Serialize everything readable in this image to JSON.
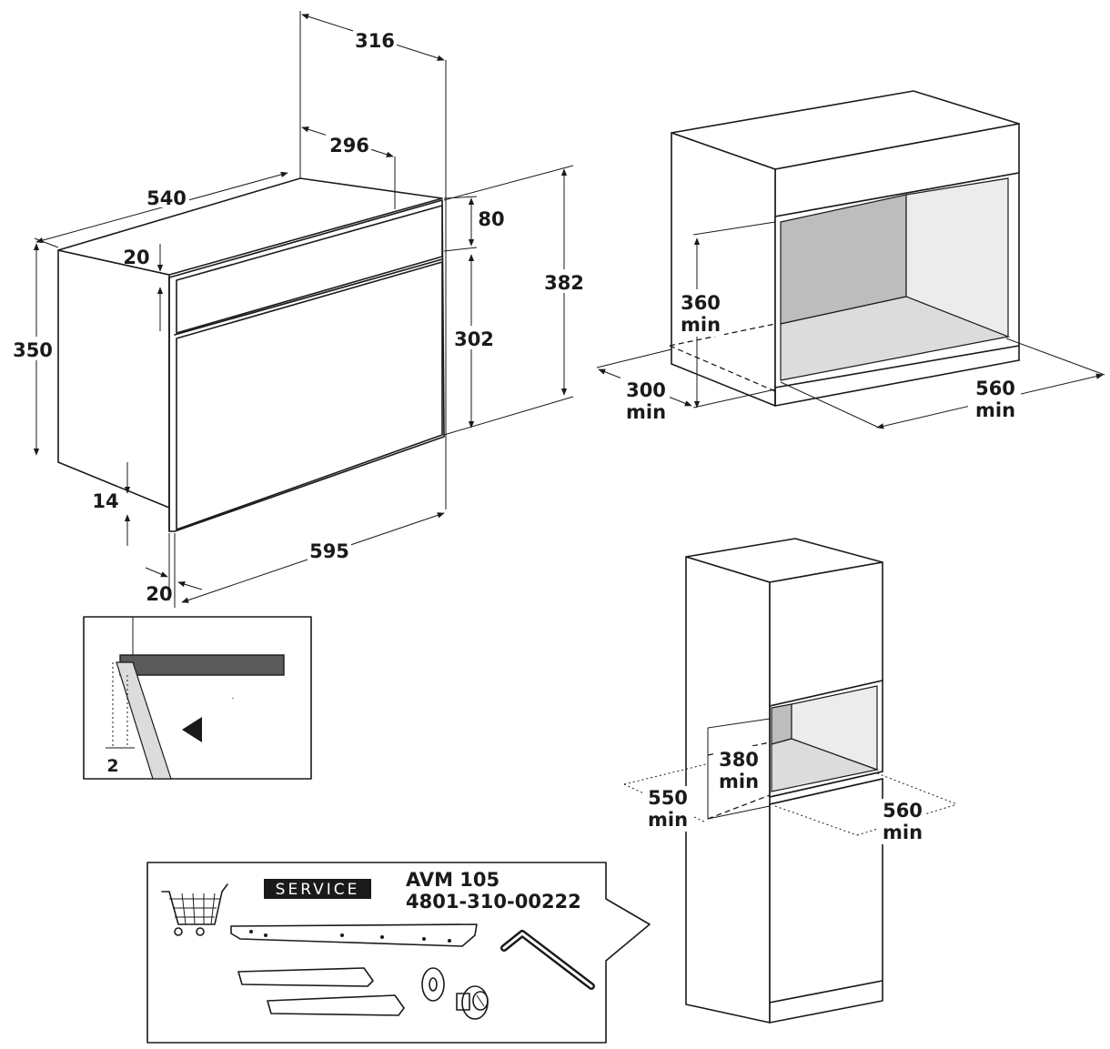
{
  "oven_dimensions": {
    "depth_top": "316",
    "depth_body": "296",
    "width_side": "540",
    "front_top_gap": "20",
    "panel_height": "80",
    "total_height": "382",
    "body_height": "350",
    "door_height": "302",
    "bottom_gap": "14",
    "front_width": "595",
    "front_offset": "20"
  },
  "detail": {
    "gap": "2"
  },
  "niche_wall": {
    "height": "360",
    "height_unit": "min",
    "depth": "300",
    "depth_unit": "min",
    "width": "560",
    "width_unit": "min"
  },
  "niche_column": {
    "height": "380",
    "height_unit": "min",
    "depth": "550",
    "depth_unit": "min",
    "width": "560",
    "width_unit": "min"
  },
  "service": {
    "label": "SERVICE",
    "kit_name": "AVM 105",
    "part_number": "4801-310-00222"
  },
  "icons": {
    "cart": "shopping-cart-icon",
    "rotate": "rotate-arrow-icon",
    "key": "allen-key-icon"
  }
}
